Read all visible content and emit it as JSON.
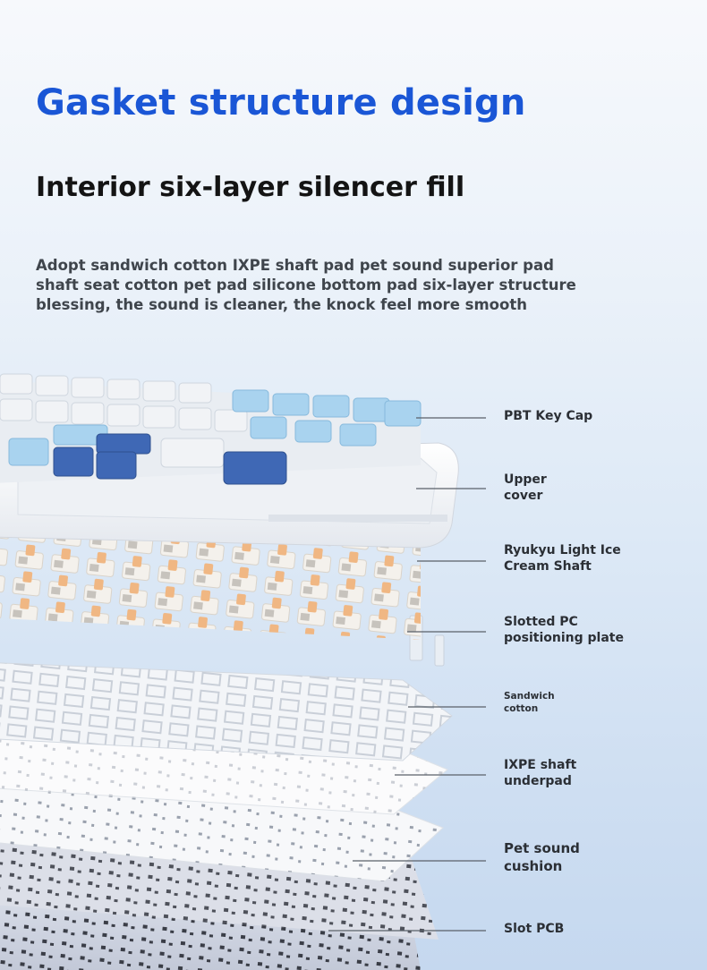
{
  "title": "Gasket structure design",
  "subtitle": "Interior six-layer silencer fill",
  "description_lines": [
    "Adopt sandwich cotton IXPE shaft pad pet sound superior pad",
    "shaft seat cotton pet pad silicone bottom pad six-layer structure",
    "blessing, the sound is cleaner, the knock feel more smooth"
  ],
  "layers": [
    {
      "lines": [
        "PBT Key Cap"
      ]
    },
    {
      "lines": [
        "Upper",
        "cover"
      ]
    },
    {
      "lines": [
        "Ryukyu Light Ice",
        "Cream Shaft"
      ]
    },
    {
      "lines": [
        "Slotted PC",
        "positioning plate"
      ]
    },
    {
      "lines": [
        "Sandwich",
        "cotton"
      ]
    },
    {
      "lines": [
        "IXPE shaft",
        "underpad"
      ]
    },
    {
      "lines": [
        "Pet sound",
        "cushion"
      ]
    },
    {
      "lines": [
        "Slot PCB"
      ]
    }
  ],
  "colors": {
    "title": "#1a56d6",
    "keycap_blue": "#3f68b5",
    "keycap_light_blue": "#a9d3ef",
    "keycap_white": "#f1f3f6",
    "switch_cream": "#f0b783",
    "leader_line": "#5a6069"
  }
}
